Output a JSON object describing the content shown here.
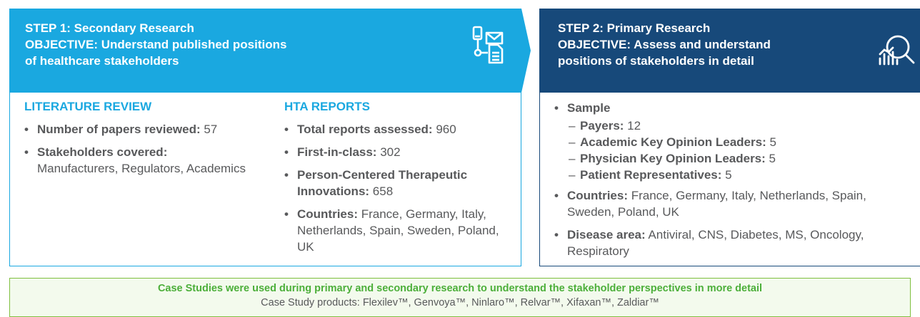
{
  "step1": {
    "header_line1": "STEP 1: Secondary Research",
    "header_line2": "OBJECTIVE: Understand published positions",
    "header_line3": "of healthcare stakeholders",
    "literature": {
      "title": "LITERATURE REVIEW",
      "items": [
        {
          "label": "Number of papers reviewed:",
          "value": " 57"
        },
        {
          "label": "Stakeholders covered:",
          "value": "Manufacturers, Regulators, Academics"
        }
      ]
    },
    "hta": {
      "title": "HTA REPORTS",
      "items": [
        {
          "label": "Total reports assessed:",
          "value": " 960"
        },
        {
          "label": "First-in-class:",
          "value": " 302"
        },
        {
          "label": "Person-Centered Therapeutic Innovations:",
          "value": " 658"
        },
        {
          "label": "Countries:",
          "value": " France, Germany, Italy, Netherlands, Spain, Sweden, Poland, UK"
        }
      ]
    }
  },
  "step2": {
    "header_line1": "STEP 2: Primary Research",
    "header_line2": "OBJECTIVE: Assess and understand",
    "header_line3": "positions of stakeholders in detail",
    "sample_label": "Sample",
    "sample": [
      {
        "label": "Payers:",
        "value": " 12"
      },
      {
        "label": "Academic Key Opinion Leaders:",
        "value": " 5"
      },
      {
        "label": "Physician Key Opinion Leaders:",
        "value": " 5"
      },
      {
        "label": "Patient Representatives:",
        "value": " 5"
      }
    ],
    "countries": {
      "label": "Countries:",
      "value": " France, Germany, Italy, Netherlands, Spain, Sweden, Poland, UK"
    },
    "disease": {
      "label": "Disease area:",
      "value": " Antiviral, CNS, Diabetes, MS, Oncology, Respiratory"
    }
  },
  "case_studies": {
    "title": "Case Studies were used during primary and secondary research to understand the stakeholder perspectives in more detail",
    "products": "Case Study products: Flexilev™, Genvoya™, Ninlaro™, Relvar™, Xifaxan™, Zaldiar™"
  },
  "icons": {
    "step1": "document-network-icon",
    "step2": "chart-magnifier-icon"
  },
  "colors": {
    "step1": "#1aa8e0",
    "step2": "#17497a",
    "case": "#7fbf3f"
  }
}
